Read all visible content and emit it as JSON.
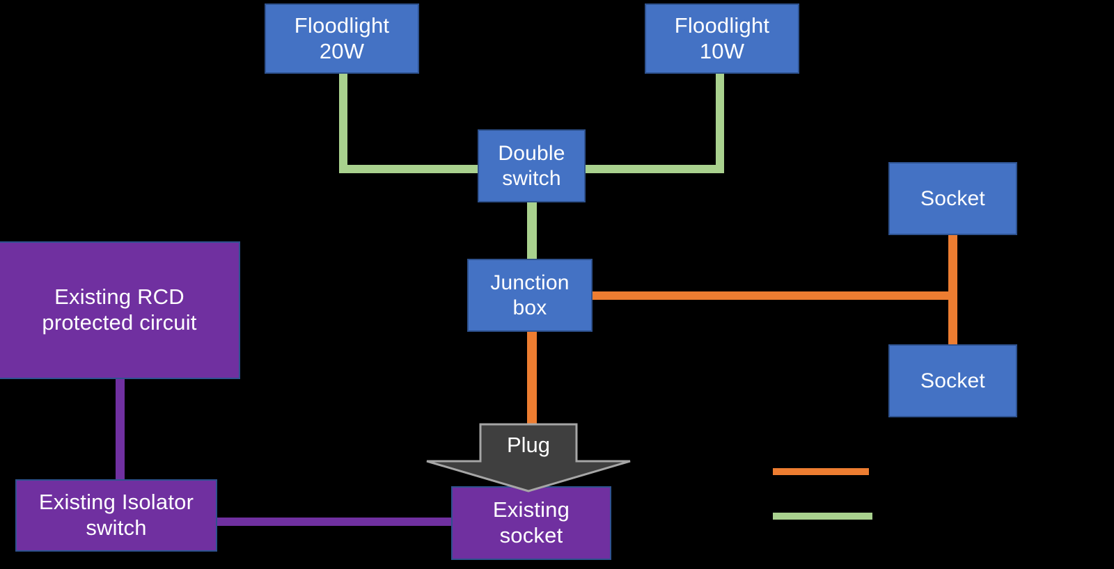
{
  "diagram": {
    "title": "Electrical wiring layout diagram",
    "background": "#000000",
    "colors": {
      "box_blue": "#4472C4",
      "box_blue_border": "#2E528F",
      "box_purple": "#7030A0",
      "wire_green": "#A9D18E",
      "wire_orange": "#ED7D31",
      "wire_purple": "#7030A0",
      "plug_gray": "#3F3F3F",
      "plug_gray_border": "#A6A6A6",
      "text": "#FFFFFF"
    },
    "nodes": {
      "floodlight_20w": {
        "label": "Floodlight\n20W",
        "type": "blue-box"
      },
      "floodlight_10w": {
        "label": "Floodlight\n10W",
        "type": "blue-box"
      },
      "double_switch": {
        "label": "Double\nswitch",
        "type": "blue-box"
      },
      "junction_box": {
        "label": "Junction\nbox",
        "type": "blue-box"
      },
      "socket_top": {
        "label": "Socket",
        "type": "blue-box"
      },
      "socket_bottom": {
        "label": "Socket",
        "type": "blue-box"
      },
      "existing_rcd": {
        "label": "Existing RCD\nprotected circuit",
        "type": "purple-box"
      },
      "existing_isolator": {
        "label": "Existing Isolator\nswitch",
        "type": "purple-box"
      },
      "existing_socket": {
        "label": "Existing\nsocket",
        "type": "purple-box"
      },
      "plug": {
        "label": "Plug",
        "type": "arrow-down"
      }
    },
    "legend": {
      "orange_swatch": "",
      "green_swatch": ""
    },
    "connections": [
      {
        "from": "floodlight_20w",
        "to": "double_switch",
        "color": "#A9D18E"
      },
      {
        "from": "floodlight_10w",
        "to": "double_switch",
        "color": "#A9D18E"
      },
      {
        "from": "double_switch",
        "to": "junction_box",
        "color": "#A9D18E"
      },
      {
        "from": "junction_box",
        "to": "socket_top",
        "color": "#ED7D31"
      },
      {
        "from": "junction_box",
        "to": "socket_bottom",
        "color": "#ED7D31"
      },
      {
        "from": "junction_box",
        "to": "plug",
        "color": "#ED7D31"
      },
      {
        "from": "existing_rcd",
        "to": "existing_isolator",
        "color": "#7030A0"
      },
      {
        "from": "existing_isolator",
        "to": "existing_socket",
        "color": "#7030A0"
      },
      {
        "from": "plug",
        "to": "existing_socket",
        "color": "#3F3F3F"
      }
    ]
  }
}
